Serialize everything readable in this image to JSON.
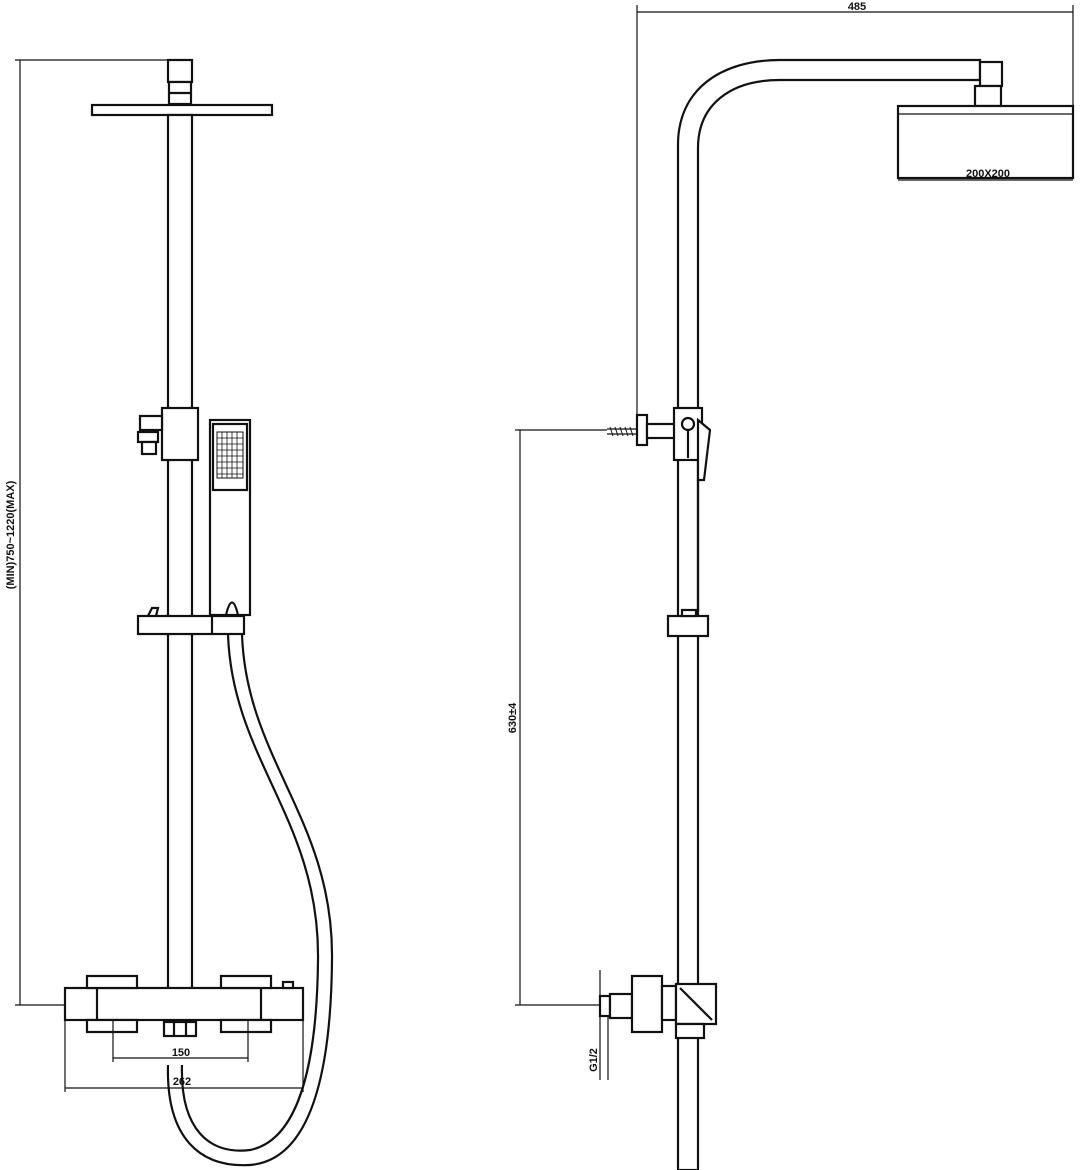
{
  "dimensions": {
    "height_range": "(MIN)750~1220(MAX)",
    "valve_spacing": "150",
    "valve_width": "262",
    "arm_reach": "485",
    "head_size": "200X200",
    "bracket_height": "630±4",
    "inlet_thread": "G1/2"
  }
}
